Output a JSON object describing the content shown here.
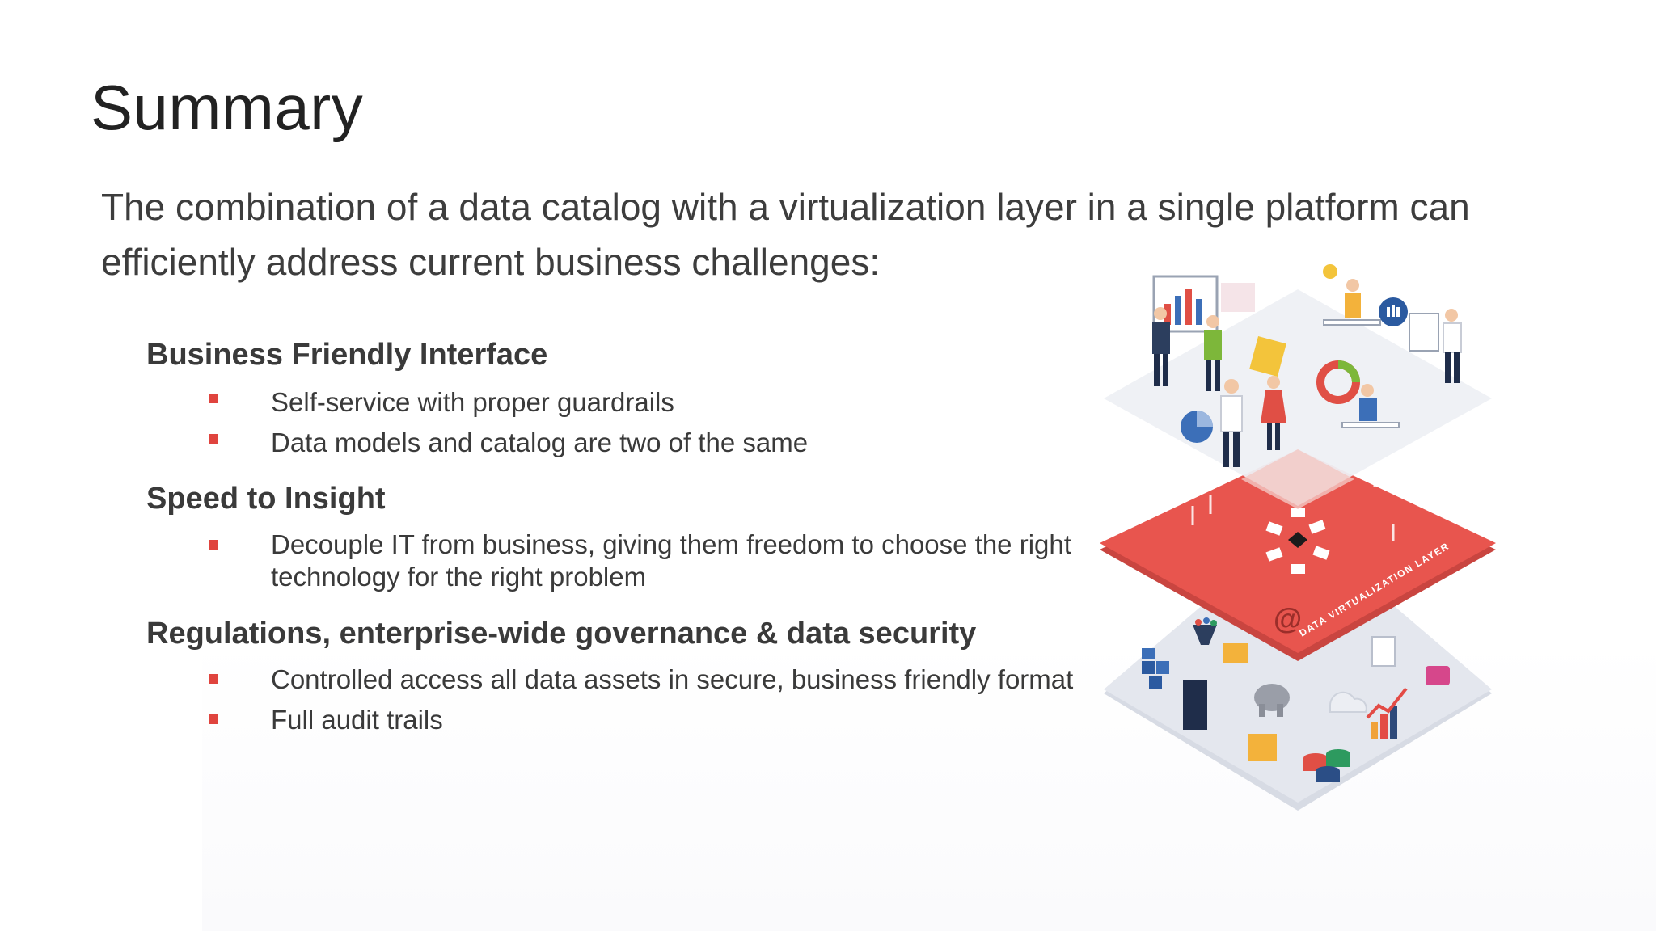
{
  "slide": {
    "title": "Summary",
    "intro": "The combination of a data catalog with a virtualization layer in a single platform can efficiently address current business challenges:",
    "sections": [
      {
        "heading": "Business Friendly Interface",
        "bullets": [
          "Self-service with proper guardrails",
          "Data models and catalog are two of the same"
        ]
      },
      {
        "heading": "Speed to Insight",
        "bullets": [
          "Decouple IT from business, giving them freedom to choose the right technology for the right problem"
        ]
      },
      {
        "heading": "Regulations, enterprise-wide governance & data security",
        "bullets": [
          "Controlled access all data assets in secure, business friendly format",
          "Full audit trails"
        ]
      }
    ]
  },
  "illustration": {
    "layer_label": "DATA VIRTUALIZATION LAYER",
    "accent_color": "#e8504a",
    "bullet_color": "#e0443e"
  }
}
